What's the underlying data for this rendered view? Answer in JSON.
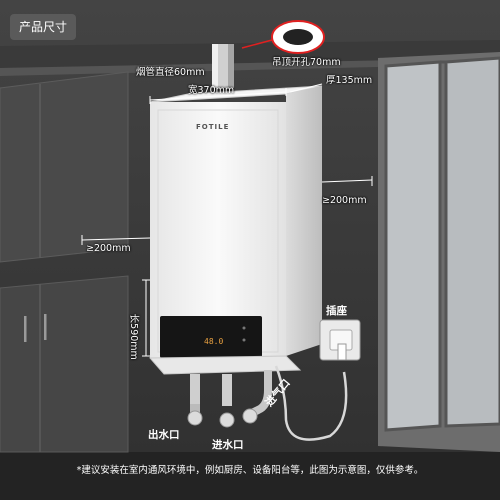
{
  "badge": "产品尺寸",
  "brand": "FOTILE",
  "display_readout": "48.0",
  "dimensions": {
    "flue_pipe": "烟管直径60mm",
    "ceiling_hole": "吊顶开孔70mm",
    "width": "宽370mm",
    "depth": "厚135mm",
    "side_clearance_right": "≥200mm",
    "side_clearance_left": "≥200mm",
    "height": "长590mm"
  },
  "labels": {
    "socket": "插座",
    "water_out": "出水口",
    "water_in": "进水口",
    "gas_in": "进气口"
  },
  "footnote": "*建议安装在室内通风环境中，例如厨房、设备阳台等，此图为示意图，仅供参考。",
  "colors": {
    "wall": "#3c3c3c",
    "floor": "#2a2a2a",
    "heater_body": "#f2f2f2",
    "accent_red": "#e02020",
    "display_amber": "#e8a040"
  }
}
